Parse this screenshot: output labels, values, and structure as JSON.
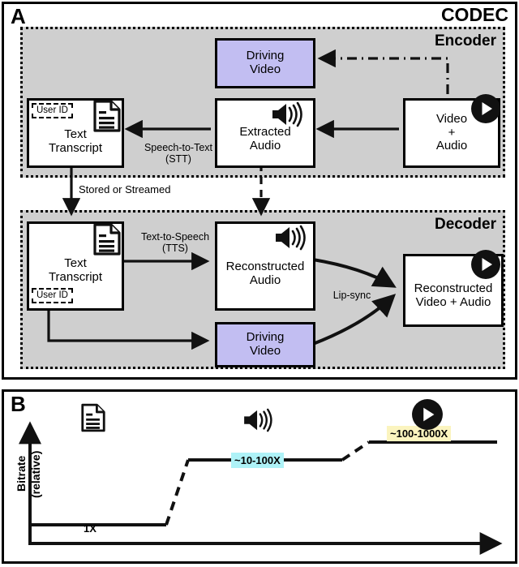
{
  "figure": {
    "panel_a": {
      "letter": "A",
      "title": "CODEC",
      "encoder": {
        "title": "Encoder",
        "nodes": {
          "driving_video": {
            "line1": "Driving",
            "line2": "Video",
            "color": "#c2bef2"
          },
          "text_transcript": {
            "line1": "Text",
            "line2": "Transcript",
            "badge": "User ID",
            "icon": "document-icon"
          },
          "extracted_audio": {
            "line1": "Extracted",
            "line2": "Audio",
            "icon": "speaker-icon"
          },
          "video_audio": {
            "line1": "Video",
            "line2": "+",
            "line3": "Audio",
            "icon": "play-icon"
          }
        },
        "edges": {
          "stt": "Speech-to-Text\n(STT)",
          "stt_line1": "Speech-to-Text",
          "stt_line2": "(STT)"
        }
      },
      "decoder": {
        "title": "Decoder",
        "nodes": {
          "text_transcript": {
            "line1": "Text",
            "line2": "Transcript",
            "badge": "User ID",
            "icon": "document-icon"
          },
          "reconstructed_audio": {
            "line1": "Reconstructed",
            "line2": "Audio",
            "icon": "speaker-icon"
          },
          "driving_video": {
            "line1": "Driving",
            "line2": "Video",
            "color": "#c2bef2"
          },
          "reconstructed_output": {
            "line1": "Reconstructed",
            "line2": "Video + Audio",
            "icon": "play-icon"
          }
        },
        "edges": {
          "tts_line1": "Text-to-Speech",
          "tts_line2": "(TTS)",
          "lipsync": "Lip-sync"
        }
      },
      "transport_label": "Stored or Streamed"
    },
    "panel_b": {
      "letter": "B",
      "ylabel_line1": "Bitrate",
      "ylabel_line2": "(relative)",
      "labels": {
        "text": "1X",
        "audio": "~10-100X",
        "video": "~100-1000X"
      },
      "colors": {
        "audio_highlight": "#aef2f7",
        "video_highlight": "#fbf4bf"
      },
      "icons": [
        "document-icon",
        "speaker-icon",
        "play-icon"
      ]
    }
  },
  "chart_data": {
    "type": "line",
    "title": "",
    "xlabel": "",
    "ylabel": "Bitrate (relative)",
    "categories": [
      "Text Transcript",
      "Audio",
      "Video + Audio"
    ],
    "values": [
      1,
      55,
      550
    ],
    "value_labels": [
      "1X",
      "~10-100X",
      "~100-1000X"
    ],
    "x": [
      0.05,
      0.33,
      0.4,
      0.68,
      0.75,
      1.0
    ],
    "y": [
      1,
      1,
      55,
      55,
      550,
      550
    ],
    "grid": false,
    "legend": "none",
    "notes": "Step function: flat at 1X for text, dashed rise to a ~10-100X plateau for audio, dashed rise to a ~100-1000X plateau for video+audio"
  }
}
